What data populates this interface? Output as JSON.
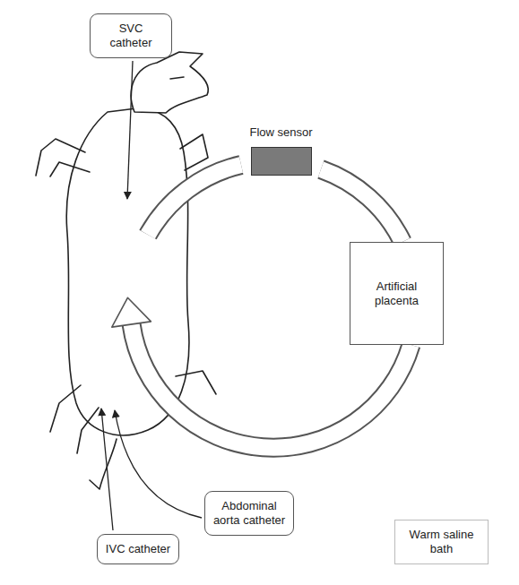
{
  "diagram": {
    "nodes": [
      {
        "text": [
          "SVC catheter"
        ]
      },
      {
        "text": [
          "Flow sensor"
        ]
      },
      {
        "text": [
          "Artificial placenta"
        ]
      },
      {
        "text": [
          "Abdominal aorta catheter"
        ]
      },
      {
        "text": [
          "IVC catheter"
        ]
      },
      {
        "text": [
          "Warm saline bath"
        ]
      }
    ],
    "edges": [
      {
        "from": 1,
        "to": 2,
        "arrow": "none"
      }
    ]
  }
}
